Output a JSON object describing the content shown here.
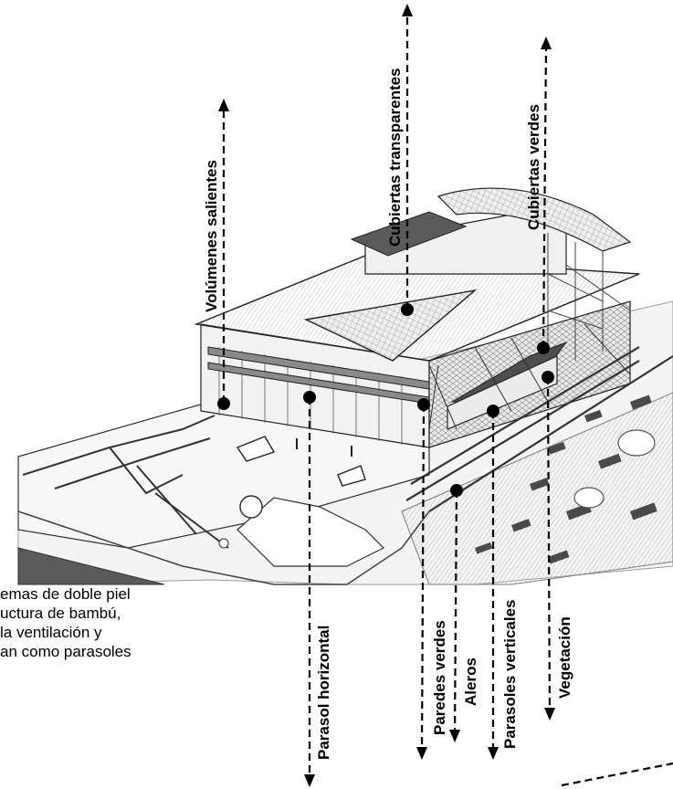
{
  "labels": {
    "volumenes_salientes": "Volúmenes salientes",
    "cubiertas_transparentes": "Cubiertas transparentes",
    "cubiertas_verdes": "Cubiertas verdes",
    "parasol_horizontal": "Parasol horizontal",
    "paredes_verdes": "Paredes verdes",
    "aleros": "Aleros",
    "parasoles_verticales": "Parasoles verticales",
    "vegetacion": "Vegetación"
  },
  "caption": {
    "line1": "emas de doble piel",
    "line2": "uctura de bambú,",
    "line3": "la ventilación y",
    "line4": "an como parasoles"
  },
  "colors": {
    "line": "#000000",
    "roof_green": "#5a5a5a",
    "building_fill": "#f2f2f2",
    "ground": "#e6e6e6"
  }
}
